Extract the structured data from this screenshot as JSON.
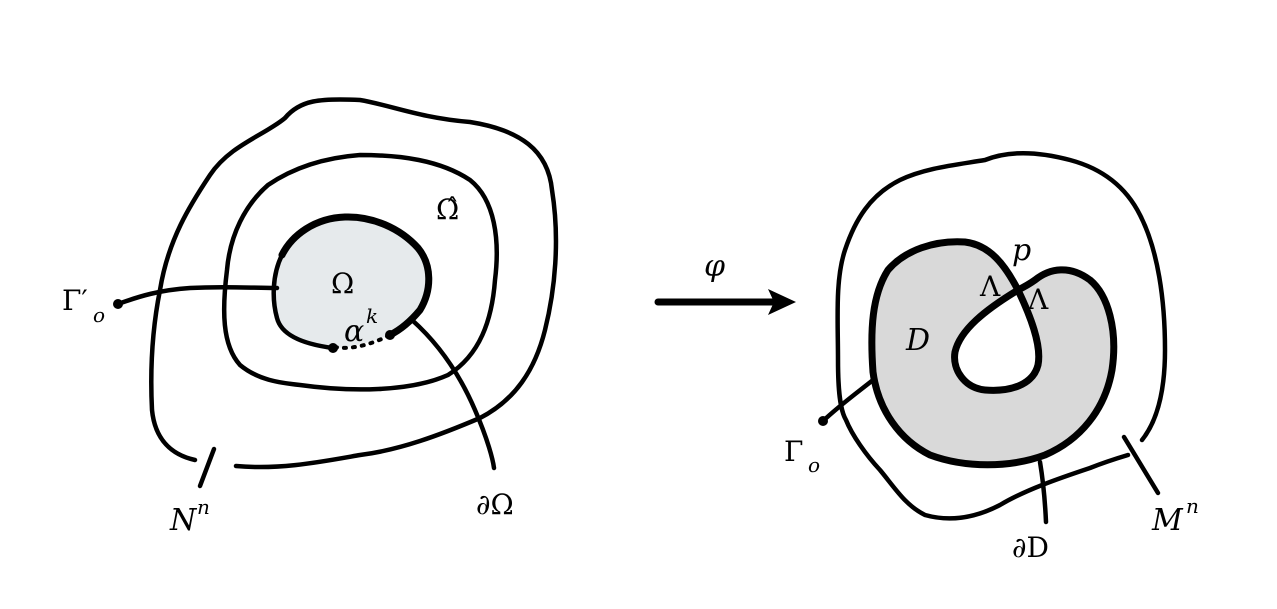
{
  "labels": {
    "omega_hat": "Ω̂",
    "omega": "Ω",
    "alpha": "α",
    "alpha_sup": "k",
    "gamma_prime": "Γ′",
    "gamma_prime_sub": "o",
    "n_manifold": "N",
    "n_manifold_sup": "n",
    "boundary_omega": "∂Ω",
    "phi": "φ",
    "p": "p",
    "lambda_left": "Λ",
    "lambda_right": "Λ",
    "d": "D",
    "gamma": "Γ",
    "gamma_sub": "o",
    "boundary_d": "∂D",
    "m_manifold": "M",
    "m_manifold_sup": "n"
  },
  "colors": {
    "ink": "#000000",
    "omega_fill": "#e6eaec",
    "d_fill": "#d9d9d9",
    "background": "#ffffff"
  }
}
